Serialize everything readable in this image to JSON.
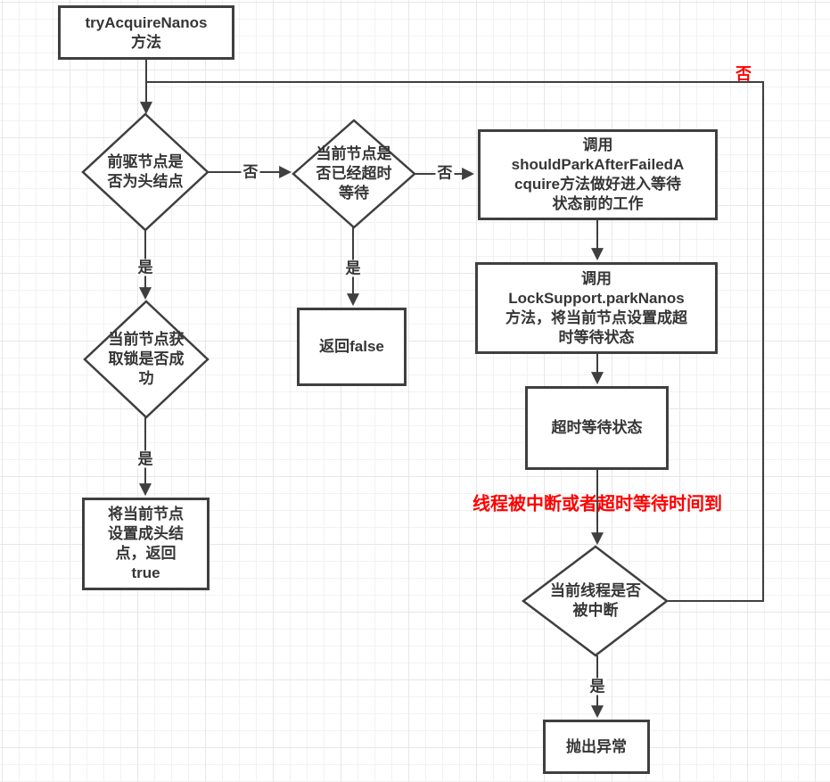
{
  "flowchart": {
    "nodes": {
      "start": {
        "type": "process",
        "label": "tryAcquireNanos\n方法"
      },
      "pred_is_head": {
        "type": "decision",
        "label": "前驱节点是\n否为头结点"
      },
      "timed_out": {
        "type": "decision",
        "label": "当前节点是\n否已经超时\n等待"
      },
      "should_park": {
        "type": "process",
        "label": "调用\nshouldParkAfterFailedA\ncquire方法做好进入等待\n状态前的工作"
      },
      "park_nanos": {
        "type": "process",
        "label": "调用\nLockSupport.parkNanos\n方法，将当前节点设置成超\n时等待状态"
      },
      "timeout_wait_state": {
        "type": "process",
        "label": "超时等待状态"
      },
      "thread_interrupted": {
        "type": "decision",
        "label": "当前线程是否\n被中断"
      },
      "throw_exception": {
        "type": "process",
        "label": "抛出异常"
      },
      "acquire_success": {
        "type": "decision",
        "label": "当前节点获\n取锁是否成\n功"
      },
      "set_head_return_true": {
        "type": "process",
        "label": "将当前节点\n设置成头结\n点，返回\ntrue"
      },
      "return_false": {
        "type": "process",
        "label": "返回false"
      }
    },
    "edge_labels": {
      "pred_is_head_no": "否",
      "timed_out_no": "否",
      "pred_is_head_yes": "是",
      "timed_out_yes": "是",
      "acquire_success_yes": "是",
      "thread_interrupted_yes": "是",
      "thread_interrupted_no": "否"
    },
    "annotations": {
      "interrupt_or_timeout": "线程被中断或者超时等待时间到"
    },
    "colors": {
      "stroke": "#3f3f3f",
      "node_fill": "#ffffff",
      "text": "#363636",
      "accent_red": "#ff0000",
      "grid_minor": "#f2f2f2",
      "grid_major": "#e7e7e7"
    }
  }
}
